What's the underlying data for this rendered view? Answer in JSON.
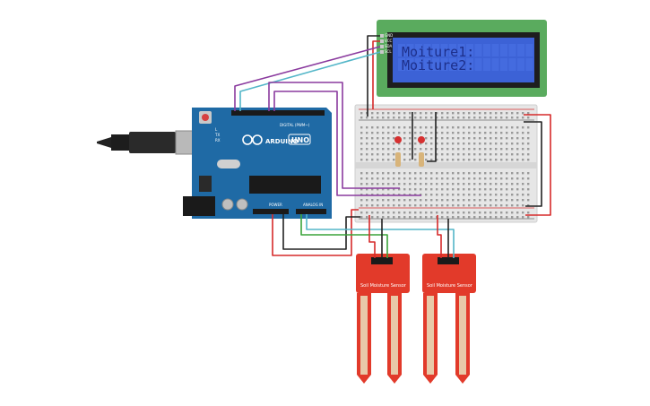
{
  "lcd": {
    "line1": "Moiture1:",
    "line2": "Moiture2:",
    "pins": [
      "GND",
      "VCC",
      "SDA",
      "SCL"
    ]
  },
  "arduino": {
    "logo": "ARDUINO",
    "model": "UNO",
    "digital_label": "DIGITAL (PWM~)",
    "power_label": "POWER",
    "analog_label": "ANALOG IN",
    "tx_label": "TX",
    "rx_label": "RX",
    "l_label": "L"
  },
  "sensor1": {
    "label": "Soil Moisture Sensor"
  },
  "sensor2": {
    "label": "Soil Moisture Sensor"
  },
  "colors": {
    "arduino": "#1f6aa5",
    "lcd_frame": "#5aab5e",
    "lcd_screen": "#3c62d6",
    "sensor": "#e23a2a",
    "wire_red": "#d62a2a",
    "wire_black": "#222222",
    "wire_purple": "#8a3a9e",
    "wire_cyan": "#53b6c8",
    "wire_green": "#3aa43a"
  }
}
